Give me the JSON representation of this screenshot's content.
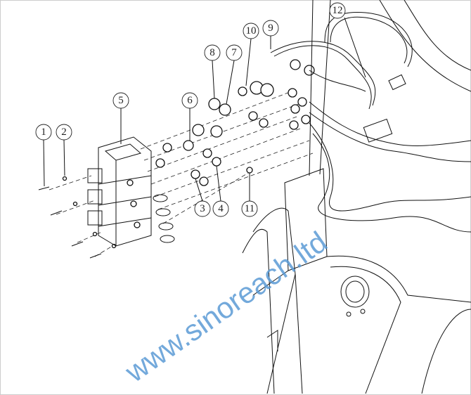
{
  "diagram": {
    "callouts": [
      "1",
      "2",
      "3",
      "4",
      "5",
      "6",
      "7",
      "8",
      "9",
      "10",
      "11",
      "12"
    ],
    "watermark": "www.sinoreach.ltd"
  }
}
